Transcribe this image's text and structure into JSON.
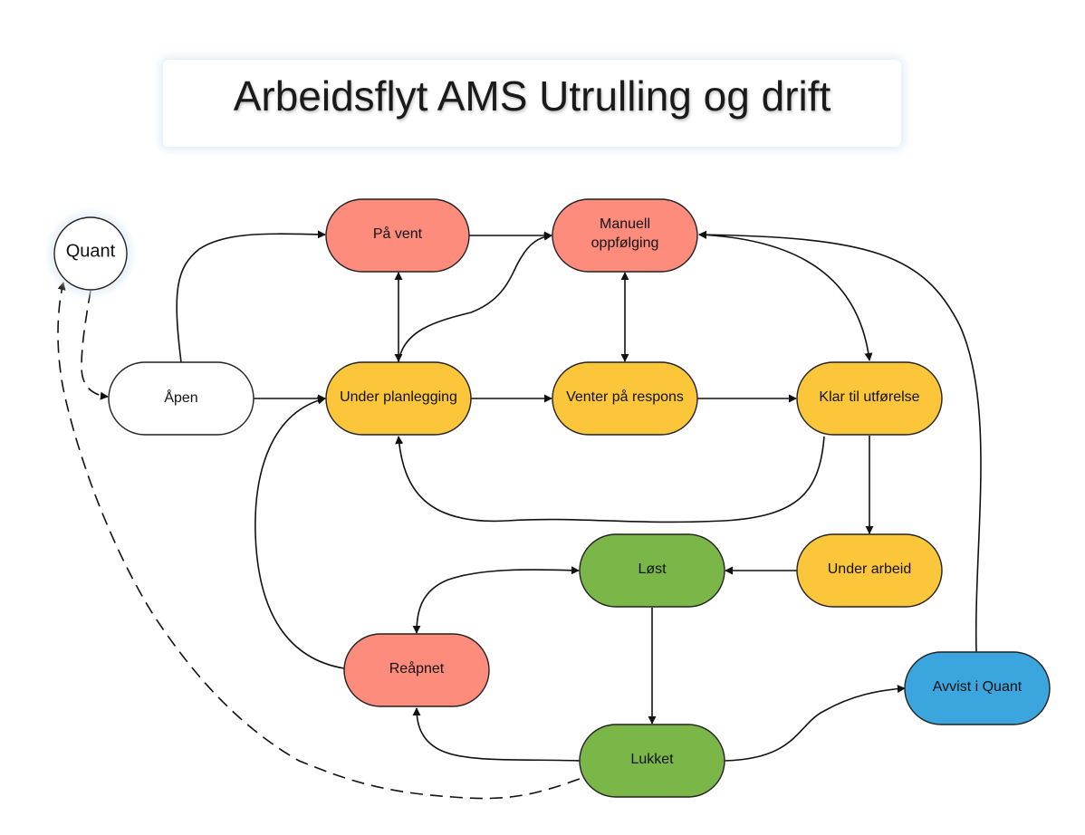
{
  "title": "Arbeidsflyt AMS Utrulling og drift",
  "colors": {
    "red": "#fd8c7d",
    "yellow": "#fcc63b",
    "green": "#7ab648",
    "blue": "#3aa6dd",
    "white": "#ffffff",
    "stroke": "#222222"
  },
  "nodes": {
    "quant": {
      "label": "Quant"
    },
    "apen": {
      "label": "Åpen"
    },
    "pa_vent": {
      "label": "På vent"
    },
    "manuell": {
      "line1": "Manuell",
      "line2": "oppfølging"
    },
    "under_planlegging": {
      "label": "Under planlegging"
    },
    "venter": {
      "label": "Venter på respons"
    },
    "klar": {
      "label": "Klar til utførelse"
    },
    "under_arbeid": {
      "label": "Under arbeid"
    },
    "lost": {
      "label": "Løst"
    },
    "reapnet": {
      "label": "Reåpnet"
    },
    "lukket": {
      "label": "Lukket"
    },
    "avvist": {
      "label": "Avvist i Quant"
    }
  }
}
